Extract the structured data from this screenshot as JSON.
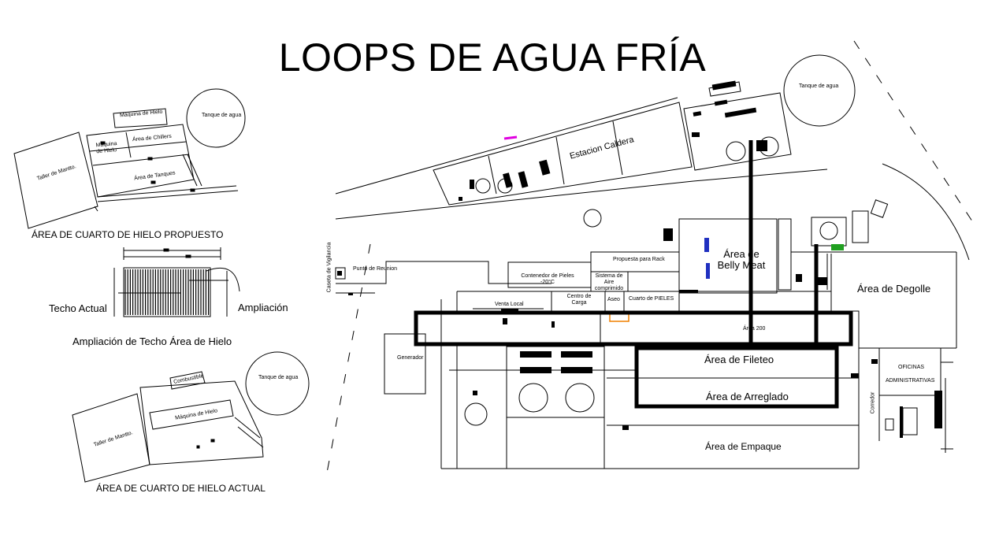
{
  "title": "LOOPS DE AGUA FRÍA",
  "left_panel": {
    "proposed": {
      "caption": "ÁREA DE CUARTO DE HIELO PROPUESTO",
      "tank": "Tanque de agua",
      "ice_machine_top": "Máquina de Hielo",
      "ice_machine_left": "Máquina de Hielo",
      "chiller_area": "Área de Chillers",
      "tank_area": "Área de Tanques",
      "workshop": "Taller de Mantto."
    },
    "roof": {
      "current": "Techo Actual",
      "extension": "Ampliación",
      "caption": "Ampliación de Techo Área de Hielo"
    },
    "current": {
      "caption": "ÁREA DE CUARTO DE HIELO ACTUAL",
      "tank": "Tanque de agua",
      "fuel": "Combustible",
      "ice_machine": "Máquina de Hielo",
      "workshop": "Taller de Mantto."
    }
  },
  "main_plan": {
    "tank_top": "Tanque de agua",
    "boiler": "Estacion Caldera",
    "guard": "Caseta de Vigilancia",
    "meeting": "Punto de Reunion",
    "skins_container": "Contenedor de Pieles -20°C",
    "rack": "Propuesta para Rack",
    "air_system": "Sistema de Aire comprimido",
    "load_center": "Centro de Carga",
    "bath": "Aseo",
    "skins_room": "Cuarto de PIELES",
    "local_sale": "Venta Local",
    "belly_meat": "Área de Belly Meat",
    "degolle": "Área de Degolle",
    "generator": "Generador",
    "area_200": "Área 200",
    "fileteo": "Área de Fileteo",
    "arreglado": "Área de Arreglado",
    "empaque": "Área de Empaque",
    "offices": [
      "OFICINAS",
      "ADMINISTRATIVAS"
    ],
    "corridor": "Corredor"
  },
  "colors": {
    "line": "#000000",
    "accent_magenta": "#e000e0",
    "accent_orange": "#f08000",
    "accent_blue": "#2030c0",
    "accent_green": "#20a020"
  }
}
